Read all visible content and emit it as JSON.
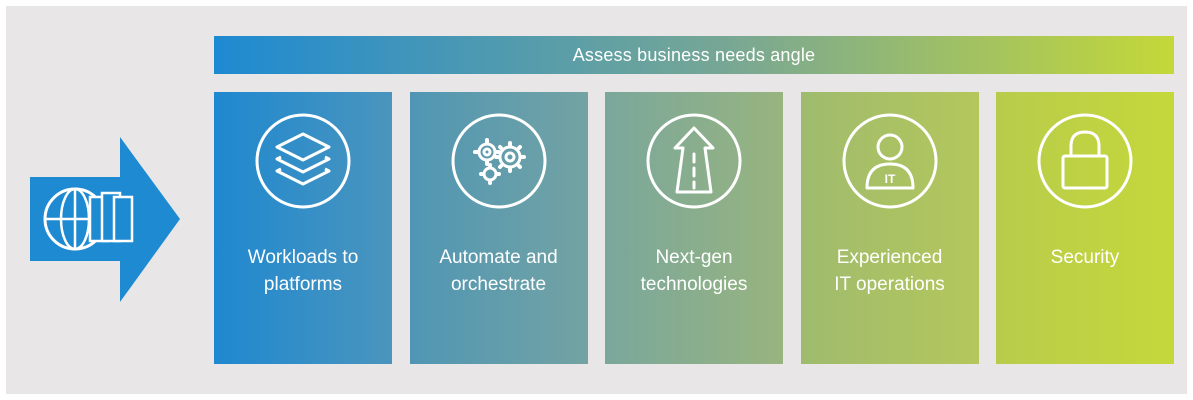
{
  "band": {
    "label": "Assess business needs angle"
  },
  "tiles": [
    {
      "icon": "layers-icon",
      "lines": [
        "Workloads to",
        "platforms"
      ]
    },
    {
      "icon": "gears-icon",
      "lines": [
        "Automate and",
        "orchestrate"
      ]
    },
    {
      "icon": "road-arrow-icon",
      "lines": [
        "Next-gen",
        "technologies"
      ]
    },
    {
      "icon": "it-person-icon",
      "badge": "IT",
      "lines": [
        "Experienced",
        "IT operations"
      ]
    },
    {
      "icon": "padlock-icon",
      "lines": [
        "Security"
      ]
    }
  ],
  "colors": {
    "background": "#e8e6e6",
    "blue": "#1e8ad2",
    "lime": "#c4d838",
    "arrow": "#1e8ad2"
  }
}
